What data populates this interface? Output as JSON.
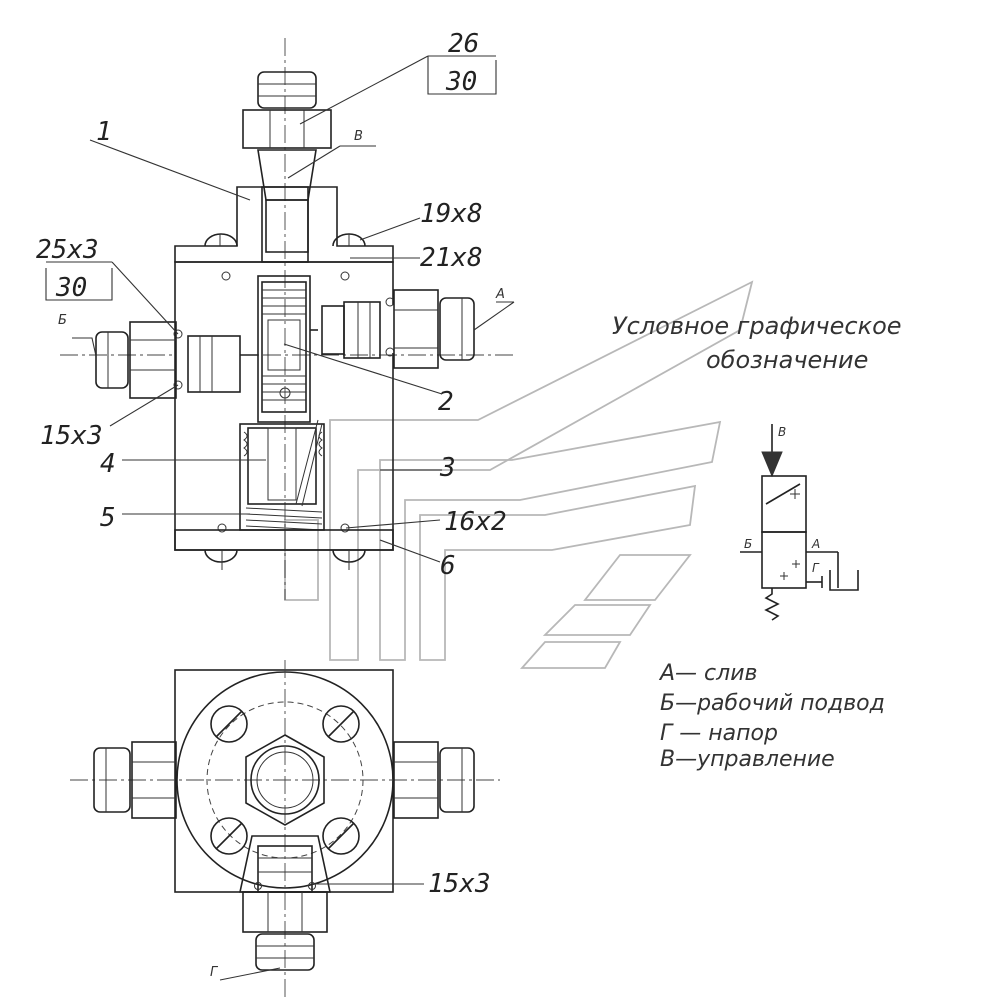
{
  "callouts": {
    "c26": "26",
    "c30_top": "30",
    "c1": "1",
    "cV": "В",
    "c19x8": "19х8",
    "c21x8": "21х8",
    "c25x3": "25х3",
    "c30_left": "30",
    "cB": "Б",
    "cA": "А",
    "c2": "2",
    "c15x3_left": "15х3",
    "c4": "4",
    "c3": "3",
    "c5": "5",
    "c16x2": "16х2",
    "c6": "6",
    "c15x3_bottom": "15х3",
    "cG": "Г"
  },
  "symbol": {
    "title_line1": "Условное графическое",
    "title_line2": "обозначение",
    "port_V": "В",
    "port_B": "Б",
    "port_A": "А",
    "port_G": "Г"
  },
  "legend": [
    "А— слив",
    "Б—рабочий подвод",
    "Г — напор",
    "В—управление"
  ]
}
